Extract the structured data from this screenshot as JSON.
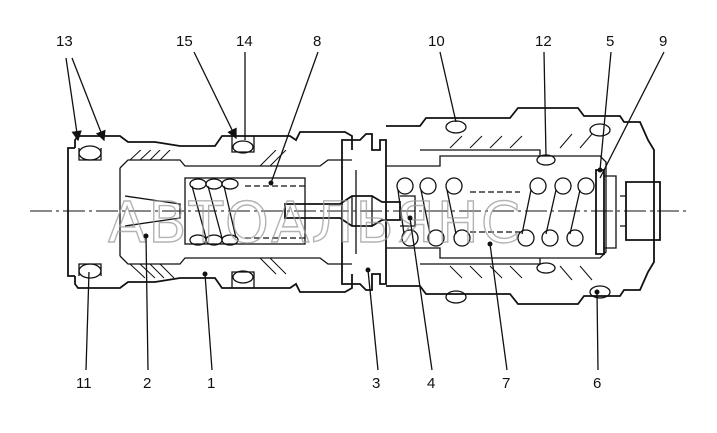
{
  "watermark": "АВТОАЛЬЯНС",
  "callouts": [
    {
      "id": "c1",
      "text": "1"
    },
    {
      "id": "c2",
      "text": "2"
    },
    {
      "id": "c3",
      "text": "3"
    },
    {
      "id": "c4",
      "text": "4"
    },
    {
      "id": "c5",
      "text": "5"
    },
    {
      "id": "c6",
      "text": "6"
    },
    {
      "id": "c7",
      "text": "7"
    },
    {
      "id": "c8",
      "text": "8"
    },
    {
      "id": "c9",
      "text": "9"
    },
    {
      "id": "c10",
      "text": "10"
    },
    {
      "id": "c11",
      "text": "11"
    },
    {
      "id": "c12",
      "text": "12"
    },
    {
      "id": "c13",
      "text": "13"
    },
    {
      "id": "c14",
      "text": "14"
    },
    {
      "id": "c15",
      "text": "15"
    }
  ]
}
